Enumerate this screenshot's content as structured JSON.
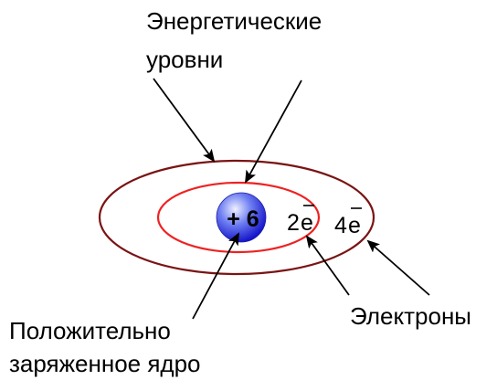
{
  "labels": {
    "energy_levels": [
      "Энергетические",
      "уровни"
    ],
    "electrons": "Электроны",
    "nucleus": [
      "Положительно",
      "заряженное ядро"
    ]
  },
  "nucleus": {
    "charge_label": "+ 6"
  },
  "shells": [
    {
      "electron_count": "2",
      "electron_symbol": "e"
    },
    {
      "electron_count": "4",
      "electron_symbol": "e"
    }
  ],
  "colors": {
    "outer_shell": "#7a1414",
    "inner_shell": "#ee2222",
    "nucleus_light": "#d4dcff",
    "nucleus_dark": "#1010cc",
    "arrow": "#000000",
    "text": "#000000"
  }
}
